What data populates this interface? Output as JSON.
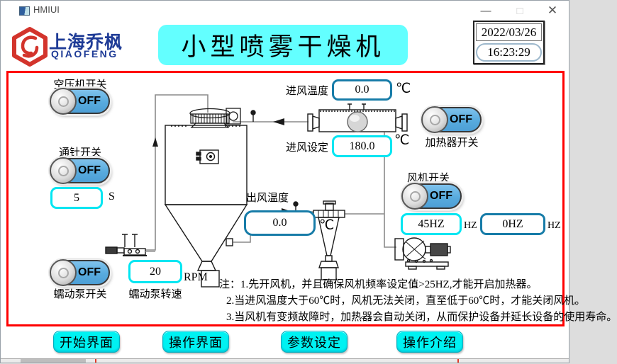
{
  "window": {
    "title": "HMIUI",
    "minimize_label": "—",
    "maximize_label": "□",
    "close_label": "✕"
  },
  "header": {
    "logo_cn": "上海乔枫",
    "logo_en": "QIAOFENG",
    "title": "小型喷雾干燥机",
    "date": "2022/03/26",
    "time": "16:23:29"
  },
  "controls": {
    "air_compressor": {
      "label": "空压机开关",
      "state": "OFF"
    },
    "needle": {
      "label": "通针开关",
      "state": "OFF"
    },
    "needle_time": {
      "value": "5",
      "unit": "S"
    },
    "pump": {
      "label": "蠕动泵开关",
      "state": "OFF"
    },
    "pump_speed": {
      "label": "蠕动泵转速",
      "value": "20",
      "unit": "RPM"
    },
    "heater": {
      "label": "加热器开关",
      "state": "OFF"
    },
    "fan": {
      "label": "风机开关",
      "state": "OFF"
    },
    "fan_freq_set": {
      "value": "45HZ",
      "unit": "HZ"
    },
    "fan_freq_feedback": {
      "value": "0HZ",
      "unit": "HZ"
    },
    "inlet_temp": {
      "label": "进风温度",
      "value": "0.0",
      "unit": "℃"
    },
    "inlet_set": {
      "label": "进风设定",
      "value": "180.0",
      "unit": "℃"
    },
    "outlet_temp": {
      "label": "出风温度",
      "value": "0.0",
      "unit": "℃"
    }
  },
  "notes": [
    "注：1.先开风机，并且确保风机频率设定值>25HZ,才能开启加热器。",
    "2.当进风温度大于60℃时，风机无法关闭，直至低于60℃时，才能关闭风机。",
    "3.当风机有变频故障时，加热器会自动关闭，从而保护设备并延长设备的使用寿命。"
  ],
  "nav": [
    {
      "label": "开始界面"
    },
    {
      "label": "操作界面"
    },
    {
      "label": "参数设定"
    },
    {
      "label": "操作介绍"
    }
  ],
  "colors": {
    "accent_cyan": "#00F2F2",
    "setting_border": "#00E6F2",
    "display_border": "#177CA8",
    "toggle_blue": "#57ABDE",
    "panel_border": "#FF0000",
    "title_bg": "#63FFFF",
    "brand_red": "#D3342C",
    "brand_blue": "#1E3B96"
  }
}
